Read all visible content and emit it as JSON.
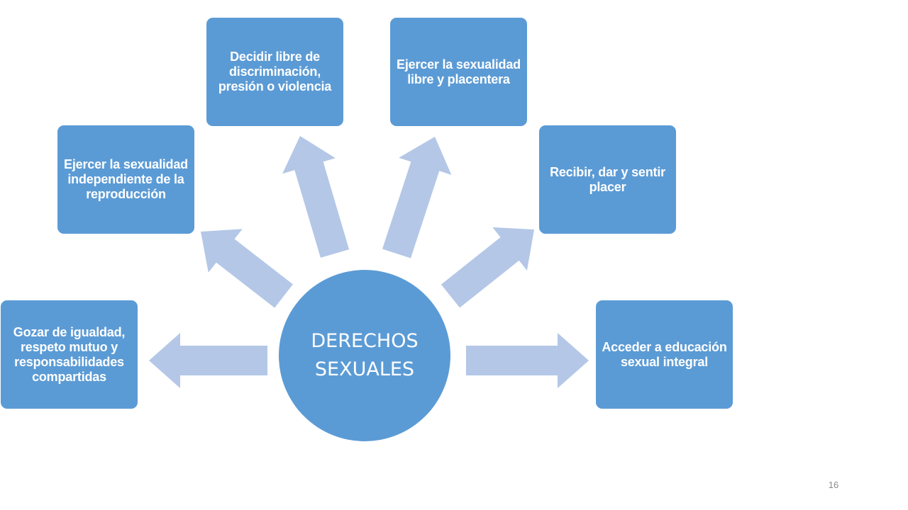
{
  "colors": {
    "node_fill": "#5b9bd5",
    "arrow_fill": "#b4c7e7",
    "text": "#ffffff",
    "page_number": "#8c8c8c"
  },
  "center": {
    "label": "DERECHOS\nSEXUALES"
  },
  "nodes": [
    {
      "id": "igualdad",
      "label": "Gozar de igualdad, respeto mutuo y responsabilidades compartidas"
    },
    {
      "id": "reproduccion",
      "label": "Ejercer la sexualidad independiente de la reproducción"
    },
    {
      "id": "discriminacion",
      "label": "Decidir libre de discriminación, presión  o violencia"
    },
    {
      "id": "placentera",
      "label": "Ejercer la sexualidad libre y placentera"
    },
    {
      "id": "placer",
      "label": "Recibir, dar y sentir placer"
    },
    {
      "id": "educacion",
      "label": "Acceder a educación sexual integral"
    }
  ],
  "page_number": "16"
}
